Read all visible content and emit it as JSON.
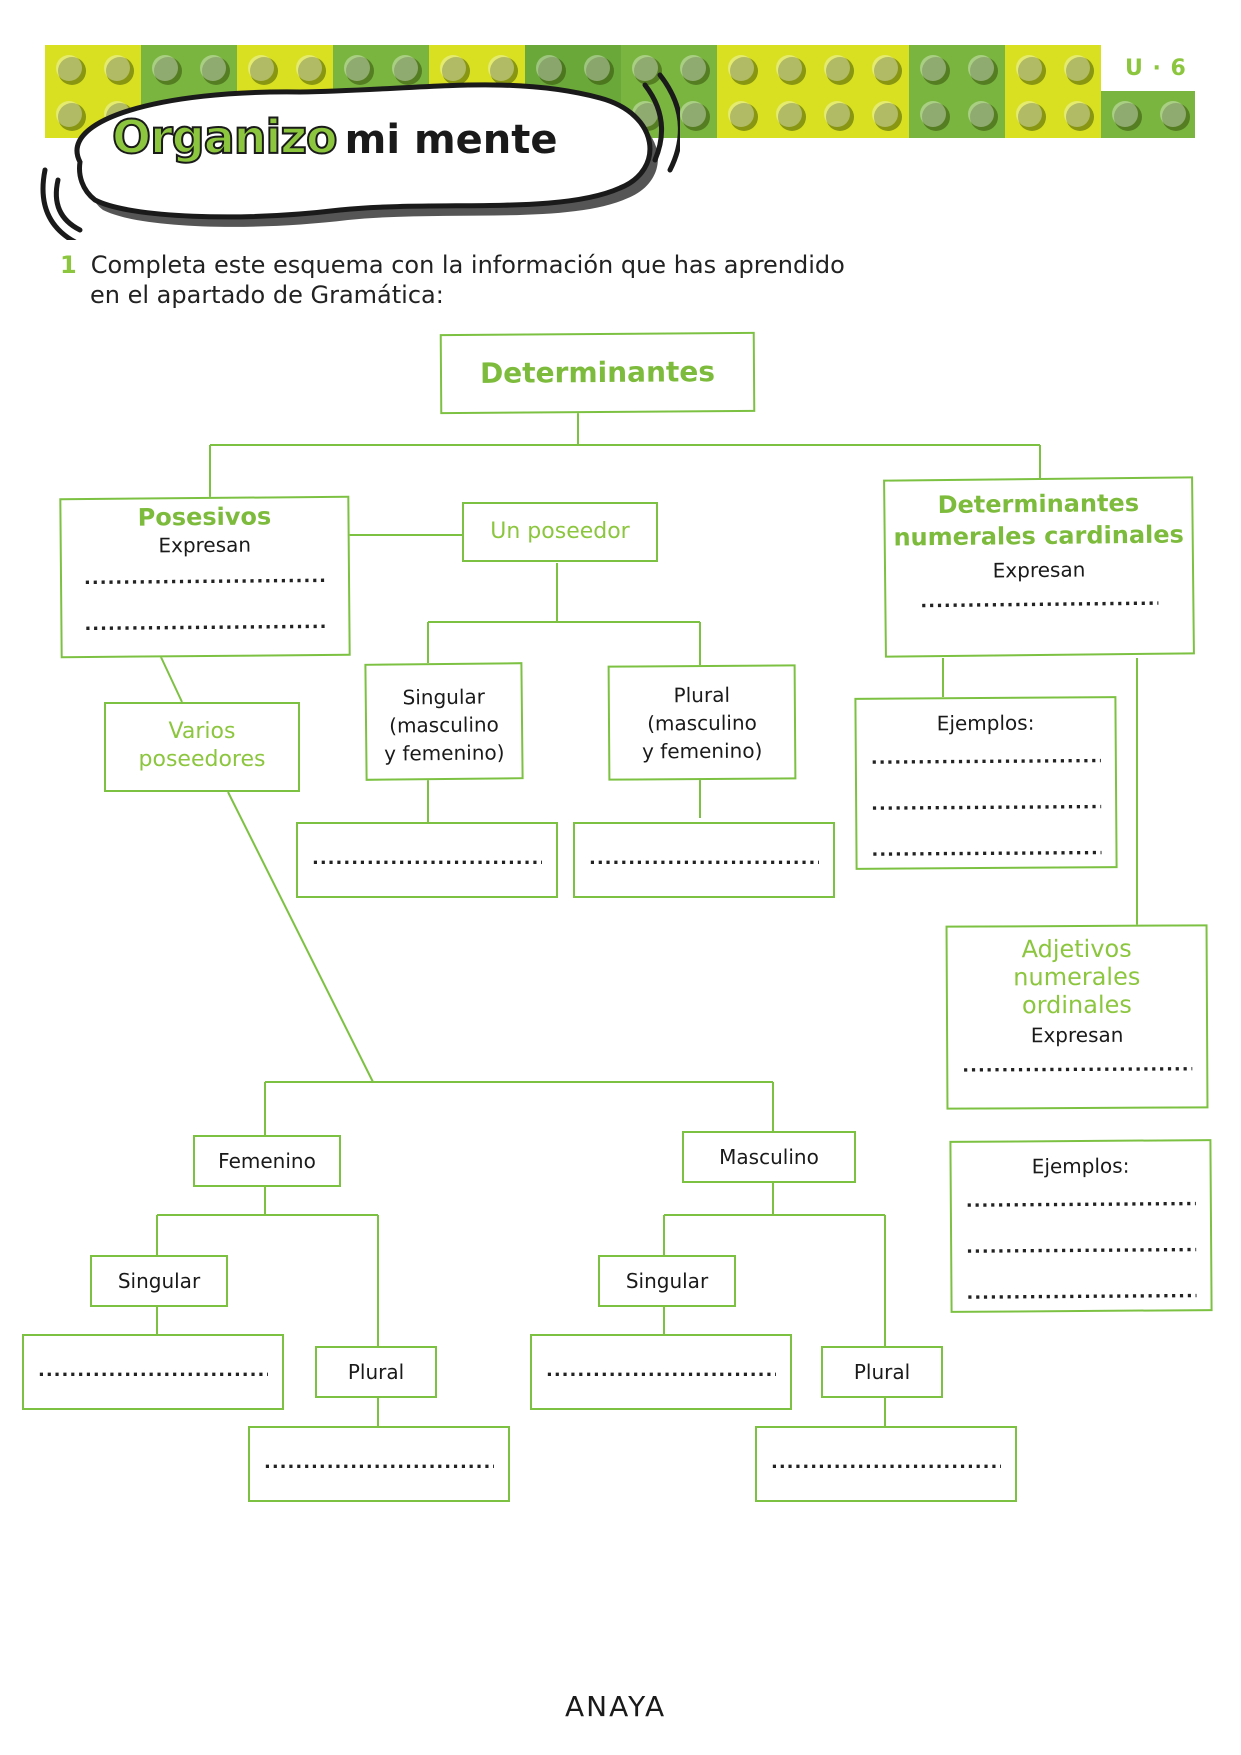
{
  "header": {
    "unit": "U · 6",
    "title_part1": "Organizo",
    "title_part2": "mi mente",
    "colors": {
      "accent": "#8cc63f",
      "lime": "#d8e021",
      "green": "#7ab540",
      "dark": "#1a1a1a"
    }
  },
  "instruction": {
    "number": "1",
    "line1": "Completa este esquema con la información que has aprendido",
    "line2": "en el apartado de Gramática:"
  },
  "diagram": {
    "root": "Determinantes",
    "posesivos": {
      "title": "Posesivos",
      "subtitle": "Expresan",
      "dots1": "...................................",
      "dots2": "..................................."
    },
    "un_poseedor": "Un poseedor",
    "varios_poseedores": {
      "line1": "Varios",
      "line2": "poseedores"
    },
    "singular_mf": {
      "line1": "Singular",
      "line2": "(masculino",
      "line3": "y femenino)"
    },
    "plural_mf": {
      "line1": "Plural",
      "line2": "(masculino",
      "line3": "y femenino)"
    },
    "answer_singular": "...................................",
    "answer_plural": "...................................",
    "cardinales": {
      "title1": "Determinantes",
      "title2": "numerales cardinales",
      "subtitle": "Expresan",
      "dots": "..................................."
    },
    "ejemplos_cardinales": {
      "label": "Ejemplos:",
      "dots1": "...................................",
      "dots2": "...................................",
      "dots3": "..................................."
    },
    "ordinales": {
      "line1": "Adjetivos",
      "line2": "numerales",
      "line3": "ordinales",
      "subtitle": "Expresan",
      "dots": "..................................."
    },
    "ejemplos_ordinales": {
      "label": "Ejemplos:",
      "dots1": "...................................",
      "dots2": "...................................",
      "dots3": "..................................."
    },
    "femenino": "Femenino",
    "masculino": "Masculino",
    "fem_singular": "Singular",
    "fem_plural": "Plural",
    "masc_singular": "Singular",
    "masc_plural": "Plural",
    "fem_singular_answer": "...................................",
    "fem_plural_answer": "...................................",
    "masc_singular_answer": "...................................",
    "masc_plural_answer": "..................................."
  },
  "footer": {
    "logo": "ANAYA"
  }
}
